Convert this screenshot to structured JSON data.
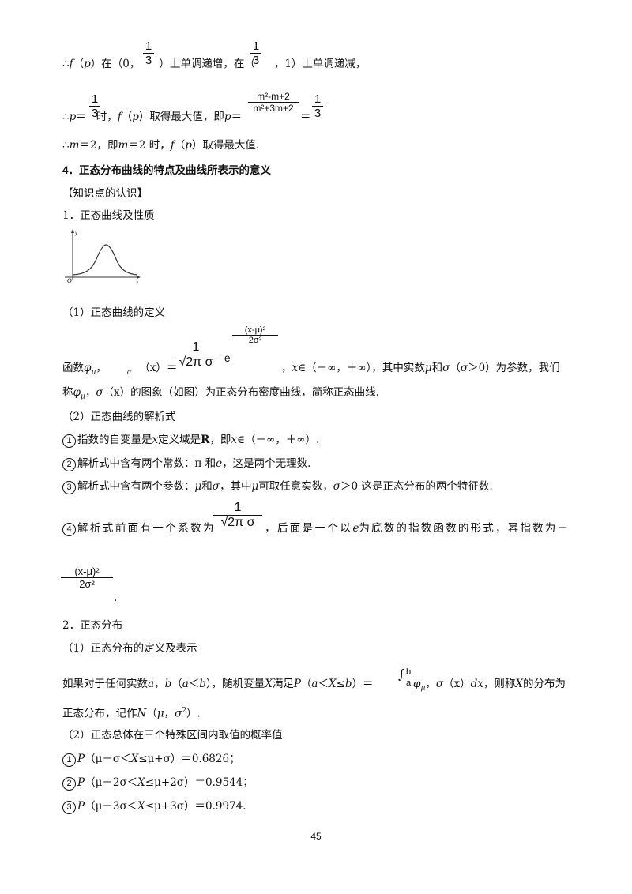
{
  "l1": {
    "a": "∴",
    "b": "f",
    "c": "（",
    "d": "p",
    "e": "）在（0，",
    "frac_num": "1",
    "frac_den": "3",
    "f": "）上单调递增，在（",
    "frac2_num": "1",
    "frac2_den": "3",
    "g": "，1）上单调递减，"
  },
  "l2": {
    "a": "∴",
    "b": "p",
    "c": "＝",
    "frac_num": "1",
    "frac_den": "3",
    "d": "时，",
    "e": "f",
    "f": "（",
    "g": "p",
    "h": "）取得最大值，即",
    "i": "p",
    "j": "＝",
    "big_num": "m²-m+2",
    "big_den": "m²+3m+2",
    "k": "＝",
    "frac2_num": "1",
    "frac2_den": "3"
  },
  "l3": {
    "a": "∴",
    "b": "m",
    "c": "＝2，即",
    "d": "m",
    "e": "＝2 时，",
    "f": "f",
    "g": "（",
    "h": "p",
    "i": "）取得最大值."
  },
  "heading4": "4．正态分布曲线的特点及曲线所表示的意义",
  "knowledge": "【知识点的认识】",
  "sec1": "1．正态曲线及性质",
  "graph": {
    "y_label": "y",
    "x_label": "x",
    "origin": "O"
  },
  "def1": "（1）正态曲线的定义",
  "func": {
    "pre": "函数",
    "phi": "φ",
    "mu": "μ",
    "comma": "，",
    "sigma_sub": "σ",
    "x": "（x）＝",
    "num": "1",
    "root": "√2π",
    "sigma": "σ",
    "e": "e",
    "exp_num": "(x-μ)²",
    "exp_den": "2σ²",
    "post1": "，",
    "xin": "x",
    "post2": "∈（－∞，＋∞），其中实数",
    "mu2": "μ",
    "post3": "和",
    "sigma2": "σ",
    "post4": "（",
    "sigma3": "σ",
    "post5": "＞0）为参数，我们"
  },
  "func2": {
    "a": "称",
    "phi": "φ",
    "mu": "μ",
    "b": "，",
    "sigma": "σ",
    "c": "（x）的图象（如图）为正态分布密度曲线，简称正态曲线."
  },
  "def2": "（2）正态曲线的解析式",
  "p1": {
    "c": "1",
    "a": "指数的自变量是",
    "x": "x",
    "b": "定义域是",
    "R": "R",
    "d": "，即",
    "x2": "x",
    "e": "∈（－∞，＋∞）."
  },
  "p2": {
    "c": "2",
    "a": "解析式中含有两个常数：π 和",
    "e": "e",
    "b": "，这是两个无理数."
  },
  "p3": {
    "c": "3",
    "a": "解析式中含有两个参数：",
    "mu": "μ",
    "b": "和",
    "sigma": "σ",
    "d": "，其中",
    "mu2": "μ",
    "e": "可取任意实数，",
    "sigma2": "σ",
    "f": "＞0 这是正态分布的两个特征数."
  },
  "p4": {
    "c": "4",
    "a": "解析式前面有一个系数为",
    "num": "1",
    "root": "√2π",
    "sigma": "σ",
    "b": "，后面是一个以",
    "e": "e",
    "d": "为底数的指数函数的形式，幂指数为－"
  },
  "p4b": {
    "num": "(x-μ)²",
    "den": "2σ²",
    "dot": "."
  },
  "sec2": "2．正态分布",
  "def3": "（1）正态分布的定义及表示",
  "ndef": {
    "a": "如果对于任何实数",
    "av": "a",
    "b": "，",
    "bv": "b",
    "c": "（",
    "av2": "a",
    "lt": "＜",
    "bv2": "b",
    "d": "），随机变量",
    "X": "X",
    "e": "满足",
    "P": "P",
    "f": "（",
    "av3": "a",
    "g": "＜",
    "X2": "X",
    "h": "≤",
    "bv3": "b",
    "i": "）＝",
    "int": "∫",
    "ub": "b",
    "lb": "a",
    "phi": "φ",
    "mu": "μ",
    "j": "，",
    "sigma": "σ",
    "k": "（x）",
    "dx": "dx",
    "l": "，则称",
    "X3": "X",
    "m": "的分布为"
  },
  "ndef2": {
    "a": "正态分布，记作",
    "N": "N",
    "b": "（",
    "mu": "μ",
    "c": "，",
    "sigma": "σ",
    "sq": "2",
    "d": "）."
  },
  "def4": "（2）正态总体在三个特殊区间内取值的概率值",
  "prob1": {
    "c": "1",
    "P": "P",
    "a": "（μ－σ＜",
    "X": "X",
    "b": "≤μ+σ）＝0.6826；"
  },
  "prob2": {
    "c": "2",
    "P": "P",
    "a": "（μ－2σ＜",
    "X": "X",
    "b": "≤μ+2σ）＝0.9544；"
  },
  "prob3": {
    "c": "3",
    "P": "P",
    "a": "（μ－3σ＜",
    "X": "X",
    "b": "≤μ+3σ）＝0.9974."
  },
  "page_number": "45"
}
